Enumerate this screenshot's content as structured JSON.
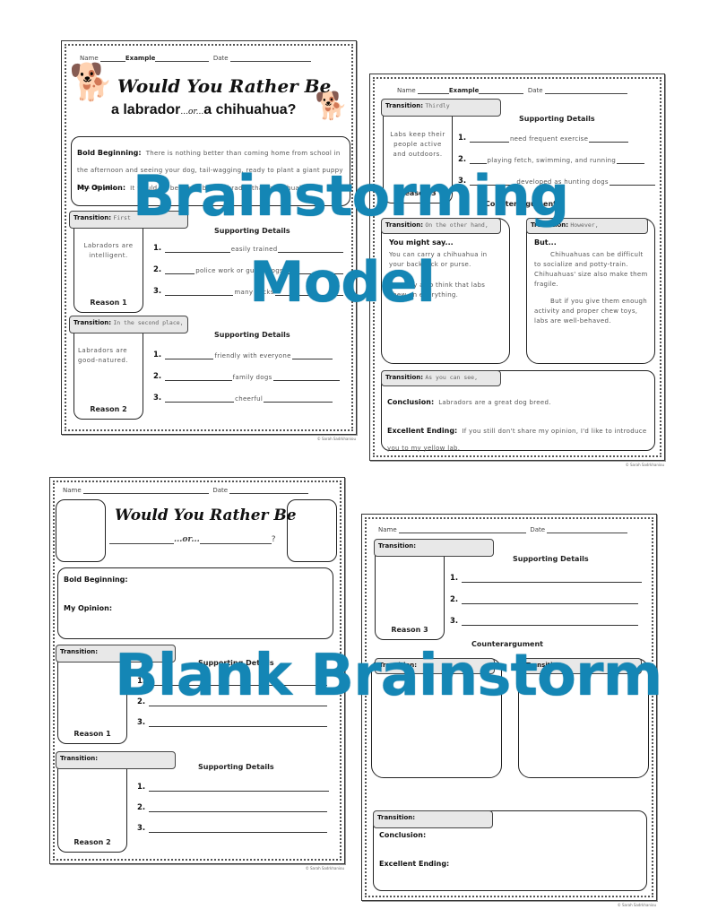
{
  "overlays": {
    "top_line1": "Brainstorming",
    "top_line2": "Model",
    "bottom": "Blank Brainstorm",
    "color": "#1486b5"
  },
  "credit": "© Sarah Sadrkhaniou",
  "common": {
    "name_label": "Name",
    "date_label": "Date",
    "transition_label": "Transition:",
    "supporting_details": "Supporting Details",
    "counterargument": "Counterargument",
    "bold_beginning": "Bold Beginning:",
    "my_opinion": "My Opinion:",
    "conclusion": "Conclusion:",
    "excellent_ending": "Excellent Ending:",
    "you_might_say": "You might say...",
    "but": "But...",
    "num1": "1.",
    "num2": "2.",
    "num3": "3.",
    "title_script": "Would You Rather Be",
    "or": "...or...",
    "question": "?"
  },
  "model_page1": {
    "name_value": "Example",
    "subtitle_a": "a labrador",
    "subtitle_b": "a chihuahua?",
    "bold_beginning_text": "There is nothing better than coming home from school in the afternoon and seeing your dog, tail-wagging, ready to plant a giant puppy kiss on you.",
    "my_opinion_text": "It would be better to be a Labrador than a Chihuahua.",
    "reason1": {
      "transition": "First",
      "text": "Labradors are intelligent.",
      "label": "Reason 1",
      "details": [
        "easily trained",
        "police work or guide dogs",
        "many tricks"
      ]
    },
    "reason2": {
      "transition": "In the second place,",
      "text": "Labradors are good-natured.",
      "label": "Reason 2",
      "details": [
        "friendly with everyone",
        "family dogs",
        "cheerful"
      ]
    }
  },
  "model_page2": {
    "name_value": "Example",
    "reason3": {
      "transition": "Thirdly",
      "text": "Labs keep their people active and outdoors.",
      "label": "Reason 3",
      "details": [
        "need frequent exercise",
        "playing fetch, swimming, and running",
        "developed as hunting dogs"
      ]
    },
    "counter_left": {
      "transition": "On the other hand,",
      "text1": "You can carry a chihuahua in your backpack or purse.",
      "text2": "You may also think that labs chew on everything."
    },
    "counter_right": {
      "transition": "However,",
      "text1": "Chihuahuas can be difficult to socialize and potty-train. Chihuahuas' size also make them fragile.",
      "text2": "But if you give them enough activity and proper chew toys, labs are well-behaved."
    },
    "closing": {
      "transition": "As you can see,",
      "conclusion_text": "Labradors are a great dog breed.",
      "ending_text": "If you still don't share my opinion, I'd like to introduce you to my yellow lab."
    }
  },
  "blank_page1": {
    "reason1_label": "Reason 1",
    "reason2_label": "Reason 2"
  },
  "blank_page2": {
    "reason3_label": "Reason 3"
  }
}
